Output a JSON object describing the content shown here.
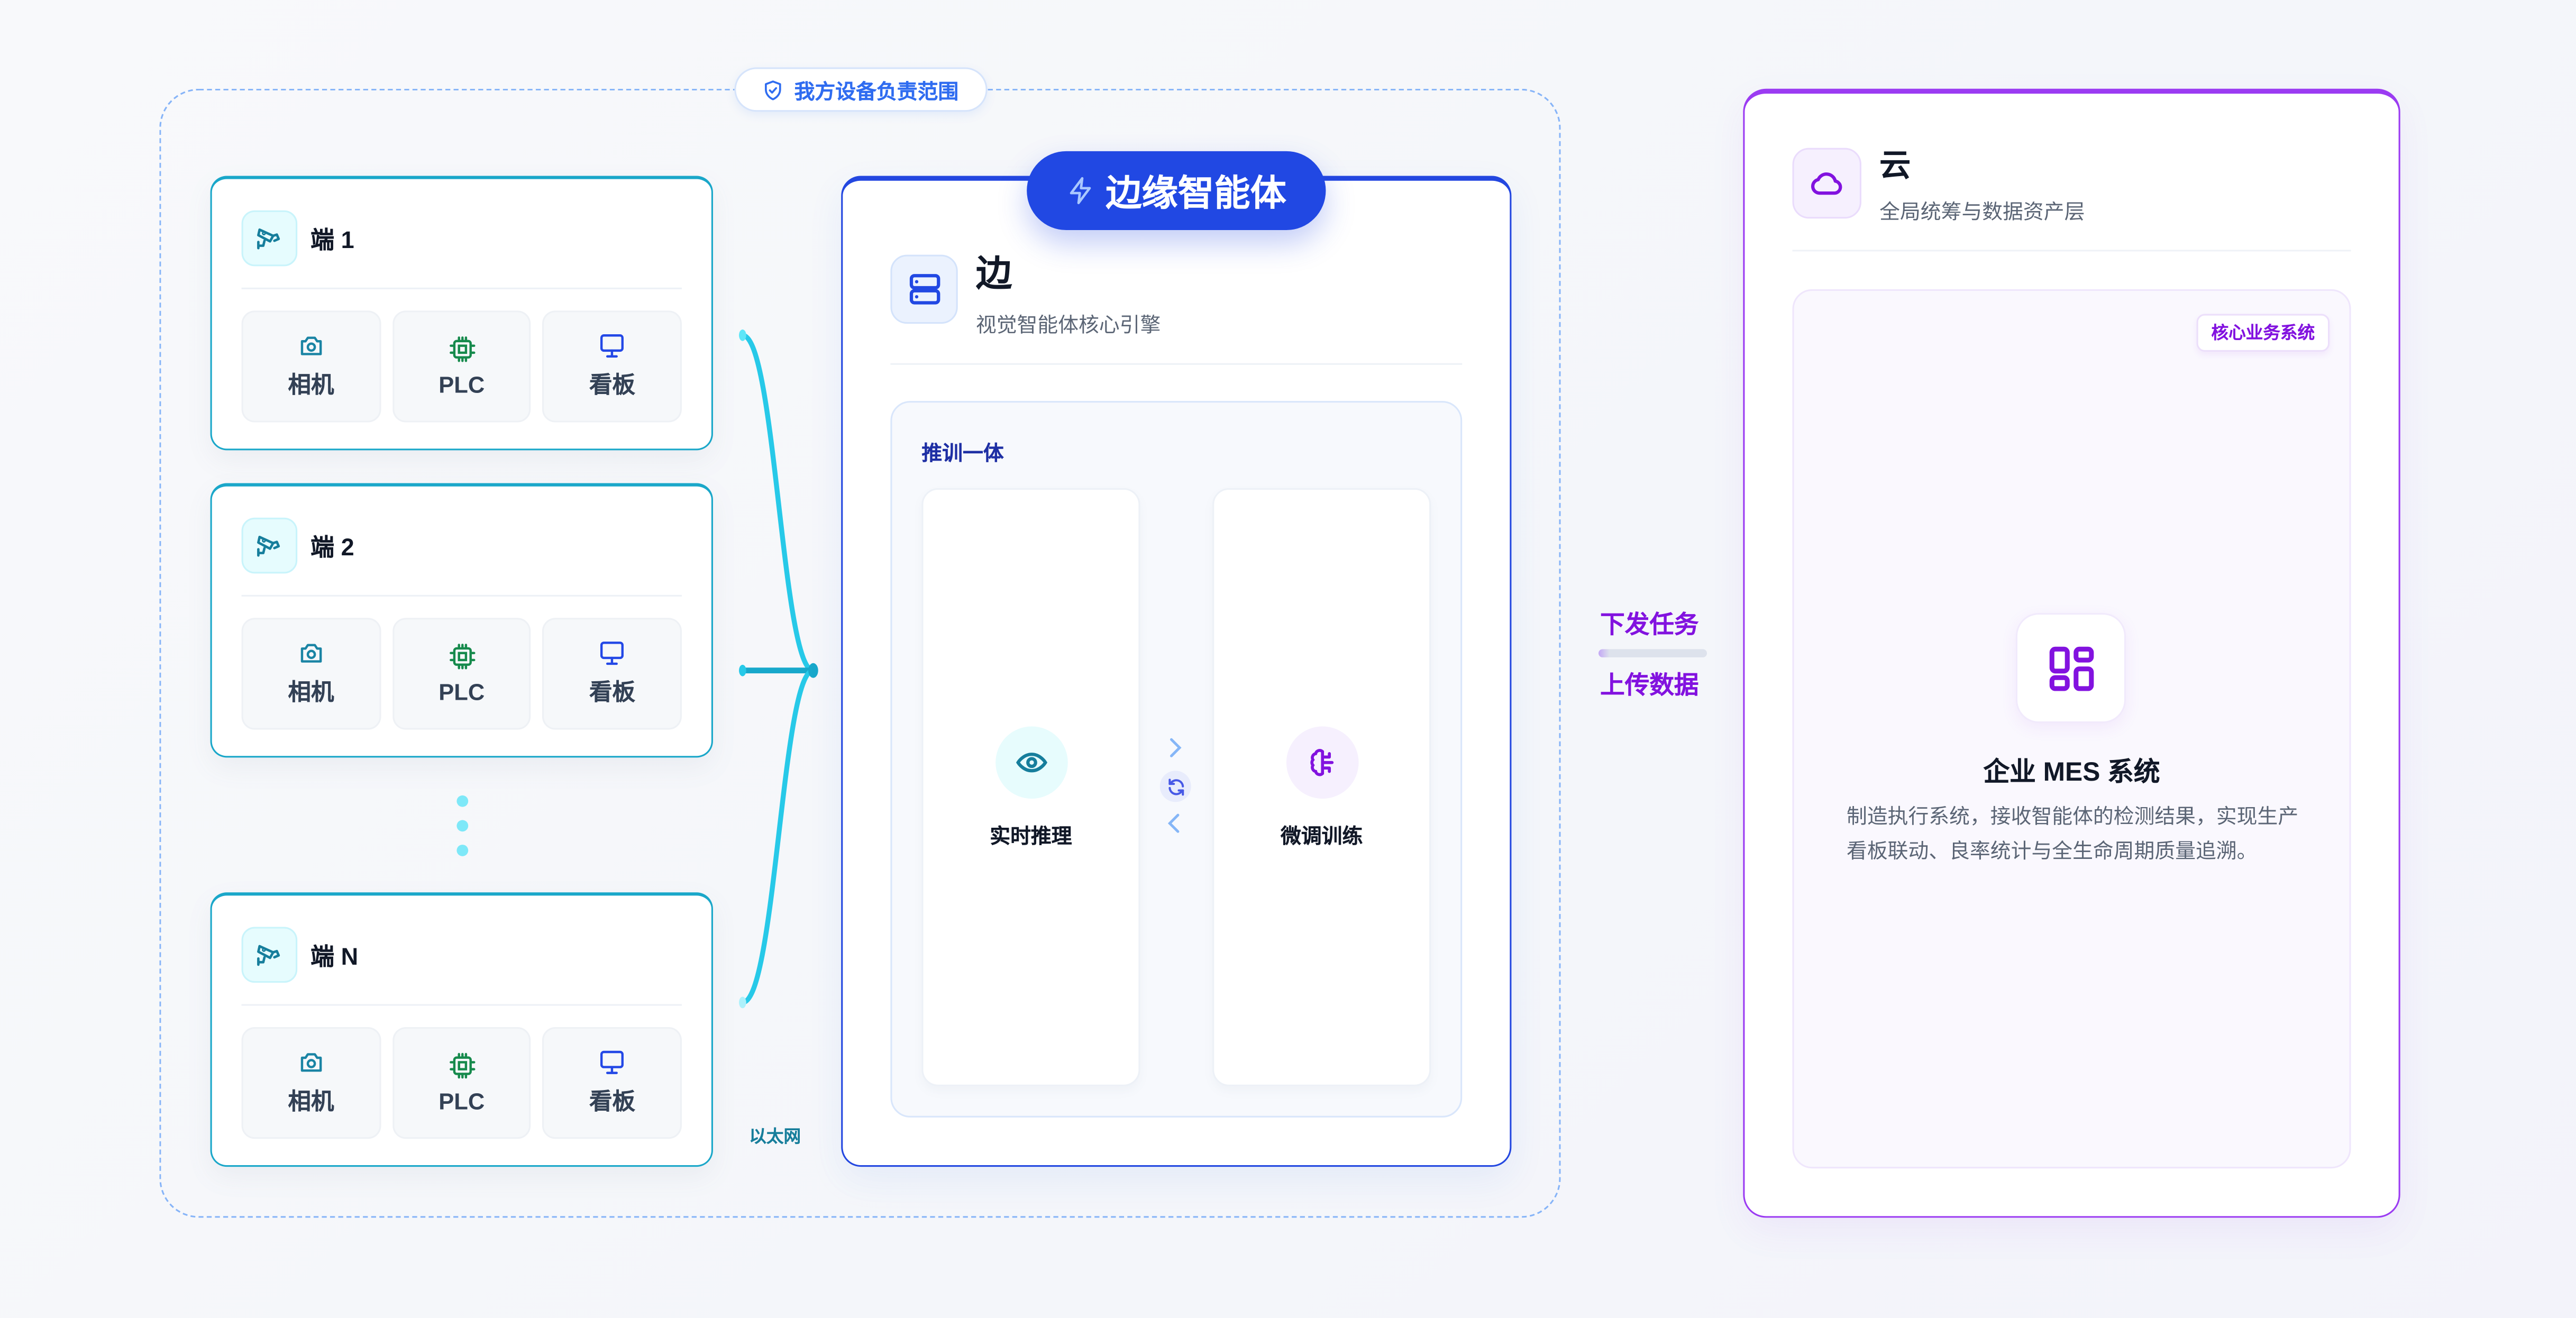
{
  "scope": {
    "badge_label": "我方设备负责范围",
    "icon": "shield-check-icon"
  },
  "end_nodes": [
    {
      "title": "端 1",
      "icon": "cctv-camera-icon",
      "devices": [
        {
          "label": "相机",
          "icon": "camera-icon"
        },
        {
          "label": "PLC",
          "icon": "cpu-chip-icon"
        },
        {
          "label": "看板",
          "icon": "monitor-icon"
        }
      ]
    },
    {
      "title": "端 2",
      "icon": "cctv-camera-icon",
      "devices": [
        {
          "label": "相机",
          "icon": "camera-icon"
        },
        {
          "label": "PLC",
          "icon": "cpu-chip-icon"
        },
        {
          "label": "看板",
          "icon": "monitor-icon"
        }
      ]
    },
    {
      "title": "端 N",
      "icon": "cctv-camera-icon",
      "devices": [
        {
          "label": "相机",
          "icon": "camera-icon"
        },
        {
          "label": "PLC",
          "icon": "cpu-chip-icon"
        },
        {
          "label": "看板",
          "icon": "monitor-icon"
        }
      ]
    }
  ],
  "connection": {
    "label": "以太网"
  },
  "edge": {
    "badge_label": "边缘智能体",
    "badge_icon": "lightning-icon",
    "title": "边",
    "subtitle": "视觉智能体核心引擎",
    "icon": "server-icon",
    "fusion": {
      "title": "推训一体",
      "left": {
        "label": "实时推理",
        "icon": "eye-icon"
      },
      "right": {
        "label": "微调训练",
        "icon": "brain-icon"
      },
      "cycle_icon": "refresh-icon"
    }
  },
  "flow": {
    "down_label": "下发任务",
    "up_label": "上传数据"
  },
  "cloud": {
    "title": "云",
    "subtitle": "全局统筹与数据资产层",
    "icon": "cloud-icon",
    "tag": "核心业务系统",
    "mes": {
      "icon": "dashboard-layout-icon",
      "title": "企业 MES 系统",
      "description": "制造执行系统，接收智能体的检测结果，实现生产看板联动、良率统计与全生命周期质量追溯。"
    }
  },
  "colors": {
    "end_accent": "#1aa7c9",
    "edge_accent": "#2148e3",
    "cloud_accent": "#8212df",
    "scope_dash": "#86b4f8",
    "plc_green": "#168a4c",
    "monitor_blue": "#2348e6"
  }
}
